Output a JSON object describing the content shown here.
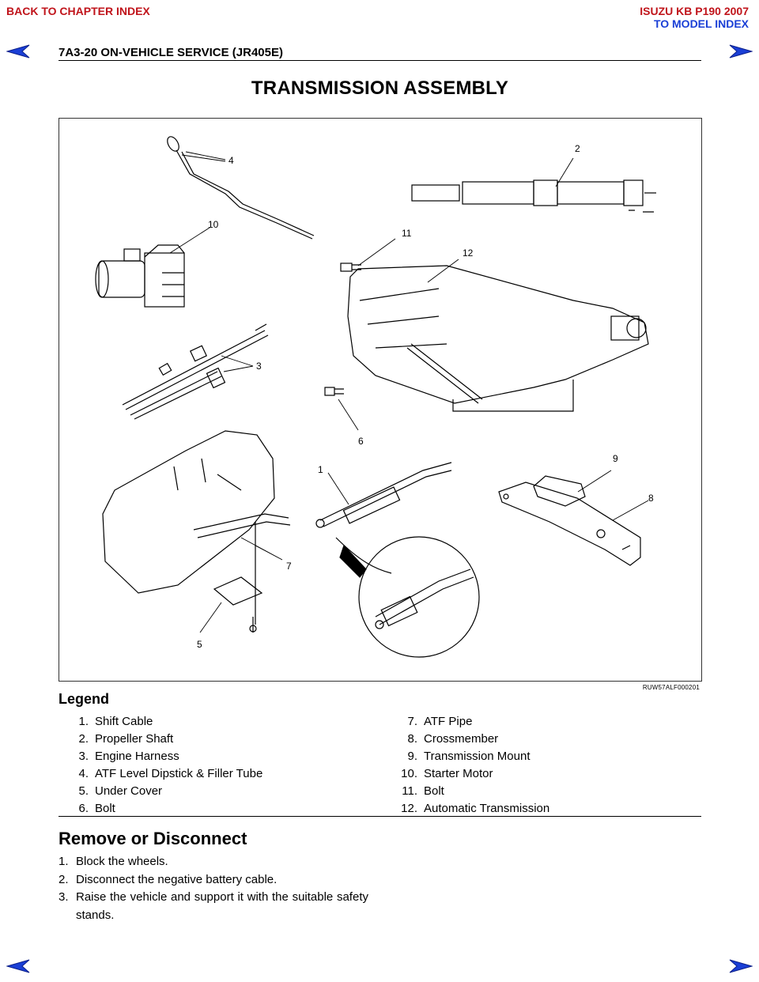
{
  "nav": {
    "back_to_chapter": "BACK TO CHAPTER INDEX",
    "model_line1": "ISUZU KB P190 2007",
    "model_line2": "TO MODEL INDEX",
    "prev_icon": "left-arrow-icon",
    "next_icon": "right-arrow-icon"
  },
  "header": {
    "section_title": "7A3-20  ON-VEHICLE SERVICE (JR405E)"
  },
  "page_title": "TRANSMISSION ASSEMBLY",
  "figure": {
    "code": "RUW57ALF000201",
    "callouts": [
      "1",
      "2",
      "3",
      "4",
      "5",
      "6",
      "7",
      "8",
      "9",
      "10",
      "11",
      "12"
    ]
  },
  "legend": {
    "heading": "Legend",
    "left": [
      {
        "num": "1.",
        "label": "Shift Cable"
      },
      {
        "num": "2.",
        "label": "Propeller Shaft"
      },
      {
        "num": "3.",
        "label": "Engine Harness"
      },
      {
        "num": "4.",
        "label": "ATF Level Dipstick & Filler Tube"
      },
      {
        "num": "5.",
        "label": "Under Cover"
      },
      {
        "num": "6.",
        "label": "Bolt"
      }
    ],
    "right": [
      {
        "num": "7.",
        "label": "ATF Pipe"
      },
      {
        "num": "8.",
        "label": "Crossmember"
      },
      {
        "num": "9.",
        "label": "Transmission Mount"
      },
      {
        "num": "10.",
        "label": "Starter Motor"
      },
      {
        "num": "11.",
        "label": "Bolt"
      },
      {
        "num": "12.",
        "label": "Automatic Transmission"
      }
    ]
  },
  "section": {
    "heading": "Remove or Disconnect",
    "steps": [
      {
        "n": "1.",
        "text": "Block the wheels."
      },
      {
        "n": "2.",
        "text": "Disconnect the negative battery cable."
      },
      {
        "n": "3.",
        "text": "Raise the vehicle and support it with the suitable safety stands."
      }
    ]
  },
  "colors": {
    "nav_red": "#c0141b",
    "nav_blue": "#1a3fd6"
  }
}
